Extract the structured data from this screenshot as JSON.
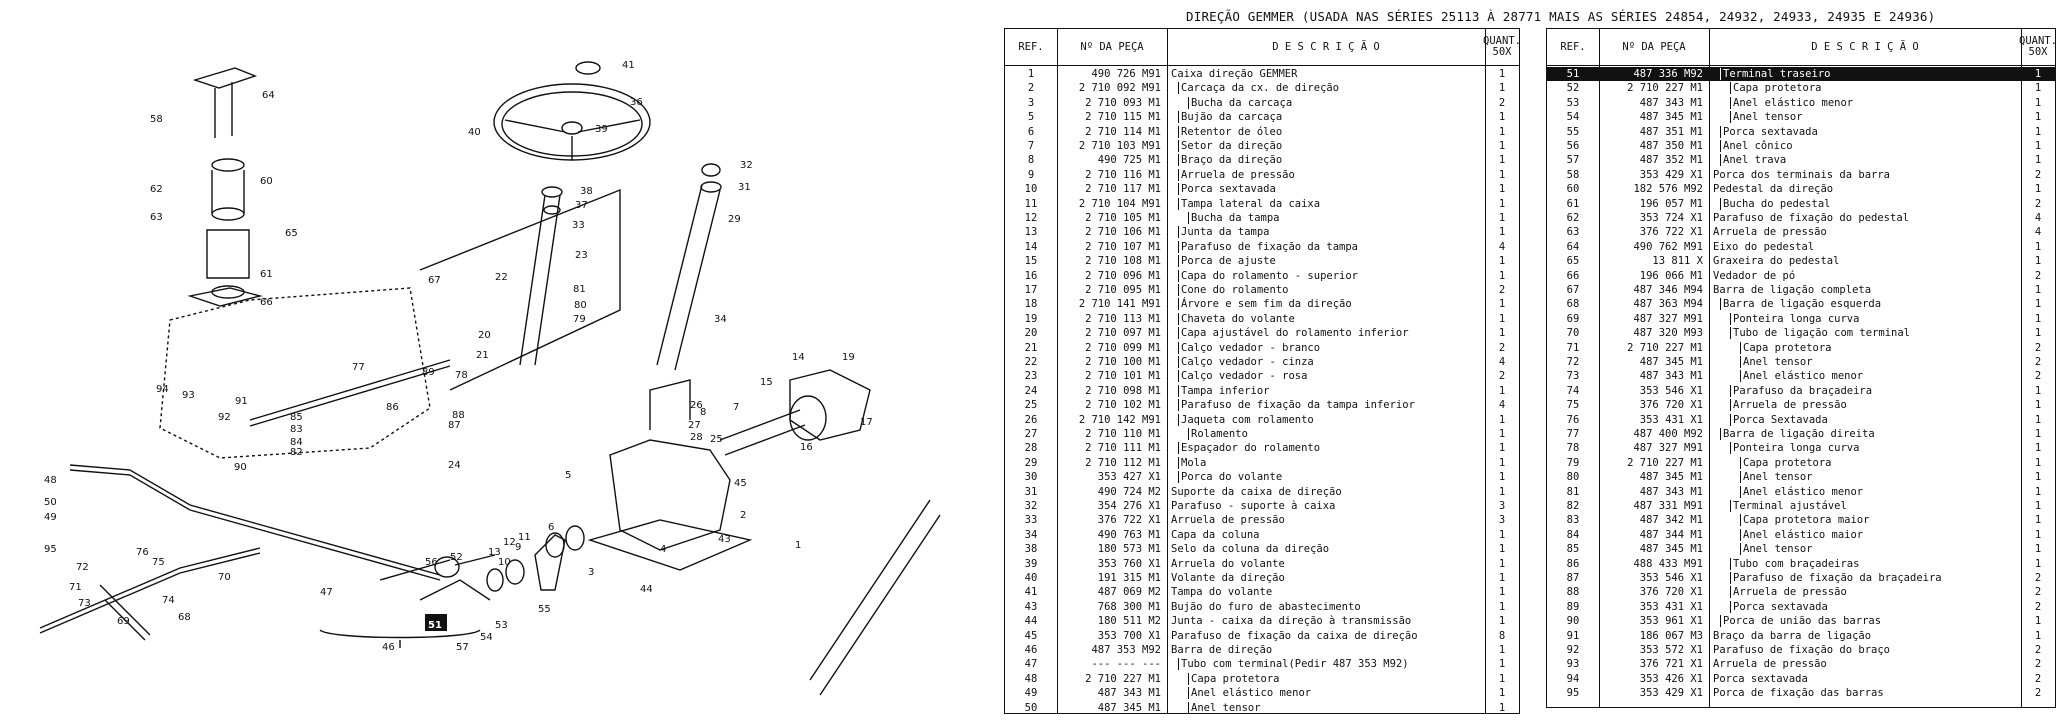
{
  "page_title": "DIREÇÃO GEMMER (USADA NAS SÉRIES 25113 À 28771 MAIS AS SÉRIES 24854, 24932, 24933, 24935 E 24936)",
  "table_headers": {
    "ref": "REF.",
    "part_no": "Nº DA PEÇA",
    "description": "D E S C R I Ç Ã O",
    "quant_1": "QUANT.",
    "quant_2": "50X"
  },
  "diagram": {
    "labels": [
      "1",
      "2",
      "3",
      "4",
      "5",
      "6",
      "7",
      "8",
      "9",
      "10",
      "11",
      "12",
      "13",
      "14",
      "15",
      "16",
      "17",
      "19",
      "20",
      "21",
      "22",
      "23",
      "24",
      "25",
      "26",
      "27",
      "28",
      "29",
      "31",
      "32",
      "33",
      "34",
      "36",
      "37",
      "38",
      "39",
      "40",
      "41",
      "43",
      "44",
      "45",
      "46",
      "47",
      "48",
      "49",
      "50",
      "51",
      "52",
      "53",
      "54",
      "55",
      "56",
      "57",
      "58",
      "60",
      "61",
      "62",
      "63",
      "64",
      "65",
      "66",
      "67",
      "68",
      "69",
      "70",
      "71",
      "72",
      "73",
      "74",
      "75",
      "76",
      "77",
      "78",
      "79",
      "80",
      "81",
      "82",
      "83",
      "84",
      "85",
      "86",
      "87",
      "88",
      "89",
      "90",
      "91",
      "92",
      "93",
      "94",
      "95"
    ]
  },
  "left_table": [
    {
      "ref": "1",
      "part": "490 726 M91",
      "desc": "Caixa direção GEMMER",
      "qty": "1",
      "indent": 0
    },
    {
      "ref": "2",
      "part": "2 710 092 M91",
      "desc": "Carcaça da cx. de direção",
      "qty": "1",
      "indent": 1
    },
    {
      "ref": "3",
      "part": "2 710 093 M1",
      "desc": "Bucha da carcaça",
      "qty": "2",
      "indent": 2
    },
    {
      "ref": "5",
      "part": "2 710 115 M1",
      "desc": "Bujão da carcaça",
      "qty": "1",
      "indent": 1
    },
    {
      "ref": "6",
      "part": "2 710 114 M1",
      "desc": "Retentor de óleo",
      "qty": "1",
      "indent": 1
    },
    {
      "ref": "7",
      "part": "2 710 103 M91",
      "desc": "Setor da direção",
      "qty": "1",
      "indent": 1
    },
    {
      "ref": "8",
      "part": "490 725 M1",
      "desc": "Braço da direção",
      "qty": "1",
      "indent": 1
    },
    {
      "ref": "9",
      "part": "2 710 116 M1",
      "desc": "Arruela de pressão",
      "qty": "1",
      "indent": 1
    },
    {
      "ref": "10",
      "part": "2 710 117 M1",
      "desc": "Porca sextavada",
      "qty": "1",
      "indent": 1
    },
    {
      "ref": "11",
      "part": "2 710 104 M91",
      "desc": "Tampa lateral da caixa",
      "qty": "1",
      "indent": 1
    },
    {
      "ref": "12",
      "part": "2 710 105 M1",
      "desc": "Bucha da tampa",
      "qty": "1",
      "indent": 2
    },
    {
      "ref": "13",
      "part": "2 710 106 M1",
      "desc": "Junta da tampa",
      "qty": "1",
      "indent": 1
    },
    {
      "ref": "14",
      "part": "2 710 107 M1",
      "desc": "Parafuso de fixação da tampa",
      "qty": "4",
      "indent": 1
    },
    {
      "ref": "15",
      "part": "2 710 108 M1",
      "desc": "Porca de ajuste",
      "qty": "1",
      "indent": 1
    },
    {
      "ref": "16",
      "part": "2 710 096 M1",
      "desc": "Capa do rolamento - superior",
      "qty": "1",
      "indent": 1
    },
    {
      "ref": "17",
      "part": "2 710 095 M1",
      "desc": "Cone do rolamento",
      "qty": "2",
      "indent": 1
    },
    {
      "ref": "18",
      "part": "2 710 141 M91",
      "desc": "Árvore e sem fim da direção",
      "qty": "1",
      "indent": 1
    },
    {
      "ref": "19",
      "part": "2 710 113 M1",
      "desc": "Chaveta do volante",
      "qty": "1",
      "indent": 1
    },
    {
      "ref": "20",
      "part": "2 710 097 M1",
      "desc": "Capa ajustável do rolamento inferior",
      "qty": "1",
      "indent": 1
    },
    {
      "ref": "21",
      "part": "2 710 099 M1",
      "desc": "Calço vedador - branco",
      "qty": "2",
      "indent": 1
    },
    {
      "ref": "22",
      "part": "2 710 100 M1",
      "desc": "Calço vedador - cinza",
      "qty": "4",
      "indent": 1
    },
    {
      "ref": "23",
      "part": "2 710 101 M1",
      "desc": "Calço vedador - rosa",
      "qty": "2",
      "indent": 1
    },
    {
      "ref": "24",
      "part": "2 710 098 M1",
      "desc": "Tampa inferior",
      "qty": "1",
      "indent": 1
    },
    {
      "ref": "25",
      "part": "2 710 102 M1",
      "desc": "Parafuso de fixação da tampa inferior",
      "qty": "4",
      "indent": 1
    },
    {
      "ref": "26",
      "part": "2 710 142 M91",
      "desc": "Jaqueta com rolamento",
      "qty": "1",
      "indent": 1
    },
    {
      "ref": "27",
      "part": "2 710 110 M1",
      "desc": "Rolamento",
      "qty": "1",
      "indent": 2
    },
    {
      "ref": "28",
      "part": "2 710 111 M1",
      "desc": "Espaçador do rolamento",
      "qty": "1",
      "indent": 1
    },
    {
      "ref": "29",
      "part": "2 710 112 M1",
      "desc": "Mola",
      "qty": "1",
      "indent": 1
    },
    {
      "ref": "30",
      "part": "353 427 X1",
      "desc": "Porca do volante",
      "qty": "1",
      "indent": 1
    },
    {
      "ref": "31",
      "part": "490 724 M2",
      "desc": "Suporte da caixa de direção",
      "qty": "1",
      "indent": 0
    },
    {
      "ref": "32",
      "part": "354 276 X1",
      "desc": "Parafuso - suporte à caixa",
      "qty": "3",
      "indent": 0
    },
    {
      "ref": "33",
      "part": "376 722 X1",
      "desc": "Arruela de pressão",
      "qty": "3",
      "indent": 0
    },
    {
      "ref": "34",
      "part": "490 763 M1",
      "desc": "Capa da coluna",
      "qty": "1",
      "indent": 0
    },
    {
      "ref": "38",
      "part": "180 573 M1",
      "desc": "Selo da coluna da direção",
      "qty": "1",
      "indent": 0
    },
    {
      "ref": "39",
      "part": "353 760 X1",
      "desc": "Arruela do volante",
      "qty": "1",
      "indent": 0
    },
    {
      "ref": "40",
      "part": "191 315 M1",
      "desc": "Volante da direção",
      "qty": "1",
      "indent": 0
    },
    {
      "ref": "41",
      "part": "487 069 M2",
      "desc": "Tampa do volante",
      "qty": "1",
      "indent": 0
    },
    {
      "ref": "43",
      "part": "768 300 M1",
      "desc": "Bujão do furo de abastecimento",
      "qty": "1",
      "indent": 0
    },
    {
      "ref": "44",
      "part": "180 511 M2",
      "desc": "Junta - caixa da direção à transmissão",
      "qty": "1",
      "indent": 0
    },
    {
      "ref": "45",
      "part": "353 700 X1",
      "desc": "Parafuso de fixação da caixa de direção",
      "qty": "8",
      "indent": 0
    },
    {
      "ref": "46",
      "part": "487 353 M92",
      "desc": "Barra de direção",
      "qty": "1",
      "indent": 0
    },
    {
      "ref": "47",
      "part": "--- --- ---",
      "desc": "Tubo com terminal(Pedir  487 353 M92)",
      "qty": "1",
      "indent": 1
    },
    {
      "ref": "48",
      "part": "2 710 227 M1",
      "desc": "Capa protetora",
      "qty": "1",
      "indent": 2
    },
    {
      "ref": "49",
      "part": "487 343 M1",
      "desc": "Anel elástico menor",
      "qty": "1",
      "indent": 2
    },
    {
      "ref": "50",
      "part": "487 345 M1",
      "desc": "Anel tensor",
      "qty": "1",
      "indent": 2
    }
  ],
  "right_table": [
    {
      "ref": "51",
      "part": "487 336 M92",
      "desc": "Terminal traseiro",
      "qty": "1",
      "indent": 1,
      "selected": true
    },
    {
      "ref": "52",
      "part": "2 710 227 M1",
      "desc": "Capa protetora",
      "qty": "1",
      "indent": 2
    },
    {
      "ref": "53",
      "part": "487 343 M1",
      "desc": "Anel elástico menor",
      "qty": "1",
      "indent": 2
    },
    {
      "ref": "54",
      "part": "487 345 M1",
      "desc": "Anel tensor",
      "qty": "1",
      "indent": 2
    },
    {
      "ref": "55",
      "part": "487 351 M1",
      "desc": "Porca sextavada",
      "qty": "1",
      "indent": 1
    },
    {
      "ref": "56",
      "part": "487 350 M1",
      "desc": "Anel cônico",
      "qty": "1",
      "indent": 1
    },
    {
      "ref": "57",
      "part": "487 352 M1",
      "desc": "Anel trava",
      "qty": "1",
      "indent": 1
    },
    {
      "ref": "58",
      "part": "353 429 X1",
      "desc": "Porca dos terminais da barra",
      "qty": "2",
      "indent": 0
    },
    {
      "ref": "60",
      "part": "182 576 M92",
      "desc": "Pedestal da direção",
      "qty": "1",
      "indent": 0
    },
    {
      "ref": "61",
      "part": "196 057 M1",
      "desc": "Bucha do pedestal",
      "qty": "2",
      "indent": 1
    },
    {
      "ref": "62",
      "part": "353 724 X1",
      "desc": "Parafuso de fixação do pedestal",
      "qty": "4",
      "indent": 0
    },
    {
      "ref": "63",
      "part": "376 722 X1",
      "desc": "Arruela de pressão",
      "qty": "4",
      "indent": 0
    },
    {
      "ref": "64",
      "part": "490 762 M91",
      "desc": "Eixo do pedestal",
      "qty": "1",
      "indent": 0
    },
    {
      "ref": "65",
      "part": "13 811 X",
      "desc": "Graxeira do pedestal",
      "qty": "1",
      "indent": 0
    },
    {
      "ref": "66",
      "part": "196 066 M1",
      "desc": "Vedador de pó",
      "qty": "2",
      "indent": 0
    },
    {
      "ref": "67",
      "part": "487 346 M94",
      "desc": "Barra de ligação completa",
      "qty": "1",
      "indent": 0
    },
    {
      "ref": "68",
      "part": "487 363 M94",
      "desc": "Barra de ligação esquerda",
      "qty": "1",
      "indent": 1
    },
    {
      "ref": "69",
      "part": "487 327 M91",
      "desc": "Ponteira longa curva",
      "qty": "1",
      "indent": 2
    },
    {
      "ref": "70",
      "part": "487 320 M93",
      "desc": "Tubo de ligação com terminal",
      "qty": "1",
      "indent": 2
    },
    {
      "ref": "71",
      "part": "2 710 227 M1",
      "desc": "Capa protetora",
      "qty": "2",
      "indent": 3
    },
    {
      "ref": "72",
      "part": "487 345 M1",
      "desc": "Anel tensor",
      "qty": "2",
      "indent": 3
    },
    {
      "ref": "73",
      "part": "487 343 M1",
      "desc": "Anel elástico menor",
      "qty": "2",
      "indent": 3
    },
    {
      "ref": "74",
      "part": "353 546 X1",
      "desc": "Parafuso da braçadeira",
      "qty": "1",
      "indent": 2
    },
    {
      "ref": "75",
      "part": "376 720 X1",
      "desc": "Arruela de pressão",
      "qty": "1",
      "indent": 2
    },
    {
      "ref": "76",
      "part": "353 431 X1",
      "desc": "Porca Sextavada",
      "qty": "1",
      "indent": 2
    },
    {
      "ref": "77",
      "part": "487 400 M92",
      "desc": "Barra de ligação direita",
      "qty": "1",
      "indent": 1
    },
    {
      "ref": "78",
      "part": "487 327 M91",
      "desc": "Ponteira longa curva",
      "qty": "1",
      "indent": 2
    },
    {
      "ref": "79",
      "part": "2 710 227 M1",
      "desc": "Capa protetora",
      "qty": "1",
      "indent": 3
    },
    {
      "ref": "80",
      "part": "487 345 M1",
      "desc": "Anel tensor",
      "qty": "1",
      "indent": 3
    },
    {
      "ref": "81",
      "part": "487 343 M1",
      "desc": "Anel elástico menor",
      "qty": "1",
      "indent": 3
    },
    {
      "ref": "82",
      "part": "487 331 M91",
      "desc": "Terminal ajustável",
      "qty": "1",
      "indent": 2
    },
    {
      "ref": "83",
      "part": "487 342 M1",
      "desc": "Capa protetora maior",
      "qty": "1",
      "indent": 3
    },
    {
      "ref": "84",
      "part": "487 344 M1",
      "desc": "Anel elástico maior",
      "qty": "1",
      "indent": 3
    },
    {
      "ref": "85",
      "part": "487 345 M1",
      "desc": "Anel tensor",
      "qty": "1",
      "indent": 3
    },
    {
      "ref": "86",
      "part": "488 433 M91",
      "desc": "Tubo com braçadeiras",
      "qty": "1",
      "indent": 2
    },
    {
      "ref": "87",
      "part": "353 546 X1",
      "desc": "Parafuso de fixação da braçadeira",
      "qty": "2",
      "indent": 2
    },
    {
      "ref": "88",
      "part": "376 720 X1",
      "desc": "Arruela de pressão",
      "qty": "2",
      "indent": 2
    },
    {
      "ref": "89",
      "part": "353 431 X1",
      "desc": "Porca sextavada",
      "qty": "2",
      "indent": 2
    },
    {
      "ref": "90",
      "part": "353 961 X1",
      "desc": "Porca de união das barras",
      "qty": "1",
      "indent": 1
    },
    {
      "ref": "91",
      "part": "186 067 M3",
      "desc": "Braço da barra de ligação",
      "qty": "1",
      "indent": 0
    },
    {
      "ref": "92",
      "part": "353 572 X1",
      "desc": "Parafuso de fixação do braço",
      "qty": "2",
      "indent": 0
    },
    {
      "ref": "93",
      "part": "376 721 X1",
      "desc": "Arruela de pressão",
      "qty": "2",
      "indent": 0
    },
    {
      "ref": "94",
      "part": "353 426 X1",
      "desc": "Porca sextavada",
      "qty": "2",
      "indent": 0
    },
    {
      "ref": "95",
      "part": "353 429 X1",
      "desc": "Porca de fixação das barras",
      "qty": "2",
      "indent": 0
    }
  ]
}
